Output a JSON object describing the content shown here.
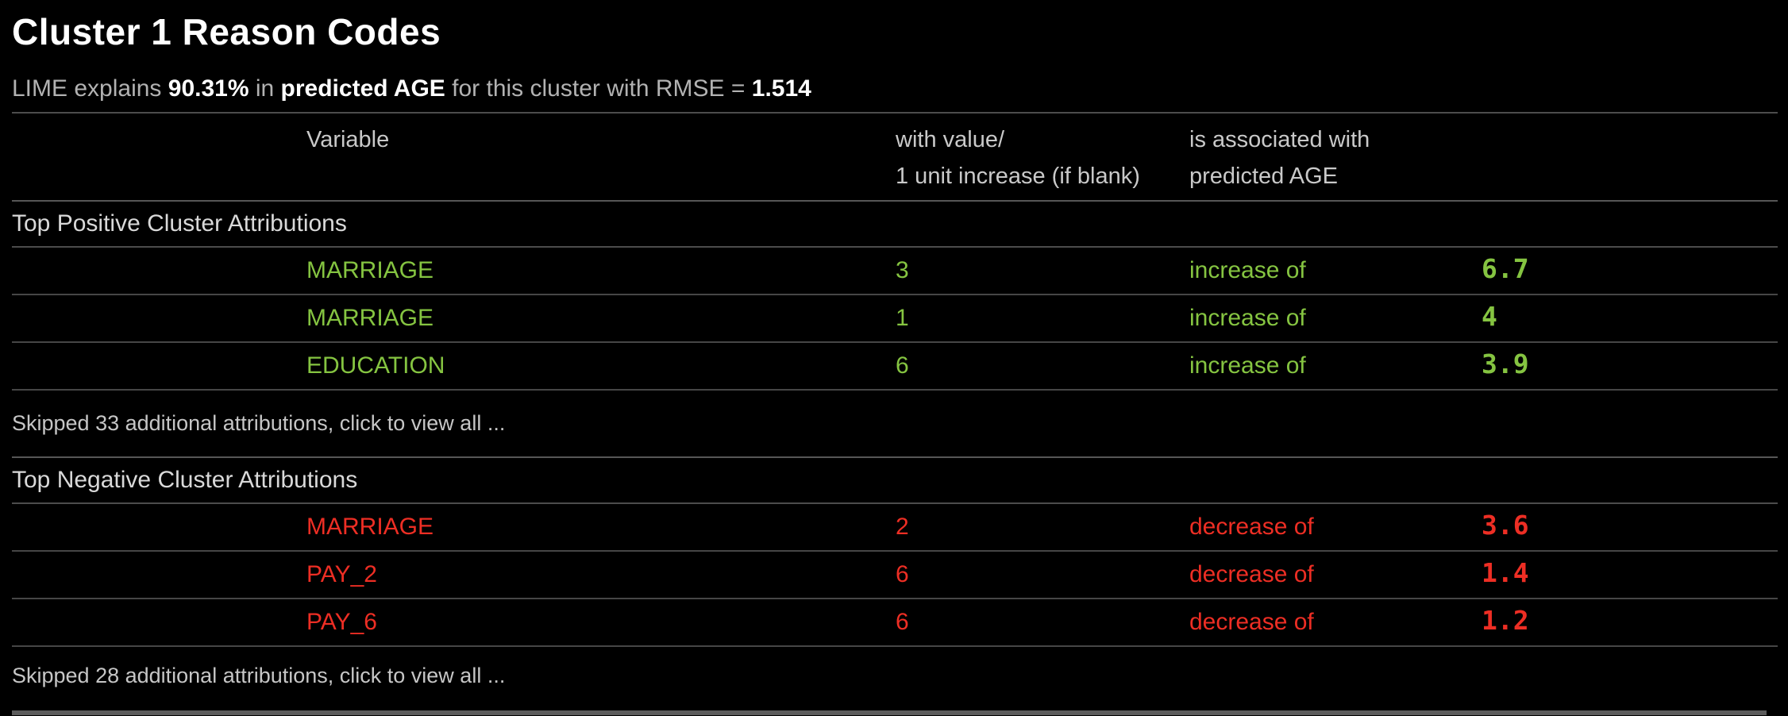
{
  "page": {
    "title": "Cluster 1 Reason Codes",
    "subtitle_parts": [
      {
        "text": "LIME explains "
      },
      {
        "text": "90.31%"
      },
      {
        "text": " in "
      },
      {
        "text": "predicted AGE"
      },
      {
        "text": " for this cluster with RMSE = "
      },
      {
        "text": "1.514"
      }
    ]
  },
  "table": {
    "headers": {
      "variable": "Variable",
      "value_line1": "with value/",
      "value_line2": "1 unit increase (if blank)",
      "assoc_line1": "is associated with",
      "assoc_line2": "predicted AGE"
    },
    "positive": {
      "section_title": "Top Positive Cluster Attributions",
      "rows": [
        {
          "variable": "MARRIAGE",
          "value": "3",
          "association": "increase of",
          "amount": "6.7"
        },
        {
          "variable": "MARRIAGE",
          "value": "1",
          "association": "increase of",
          "amount": "4"
        },
        {
          "variable": "EDUCATION",
          "value": "6",
          "association": "increase of",
          "amount": "3.9"
        }
      ],
      "skipped_note": "Skipped 33 additional attributions, click to view all ..."
    },
    "negative": {
      "section_title": "Top Negative Cluster Attributions",
      "rows": [
        {
          "variable": "MARRIAGE",
          "value": "2",
          "association": "decrease of",
          "amount": "3.6"
        },
        {
          "variable": "PAY_2",
          "value": "6",
          "association": "decrease of",
          "amount": "1.4"
        },
        {
          "variable": "PAY_6",
          "value": "6",
          "association": "decrease of",
          "amount": "1.2"
        }
      ],
      "skipped_note": "Skipped 28 additional attributions, click to view all ..."
    }
  },
  "colors": {
    "background": "#000000",
    "positive": "#85c441",
    "negative": "#ed2e24",
    "divider": "#4c4c4c",
    "text_primary": "#ffffff",
    "text_secondary": "#b2b2b2"
  }
}
